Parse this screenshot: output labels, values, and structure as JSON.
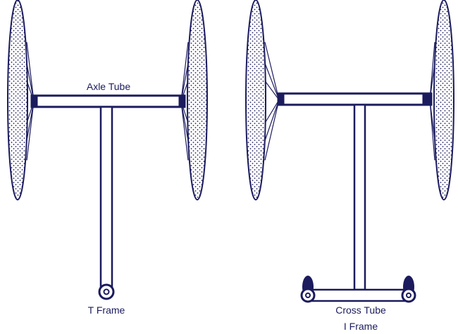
{
  "labels": {
    "axle_tube": "Axle Tube",
    "t_frame": "T Frame",
    "cross_tube": "Cross Tube",
    "i_frame": "I Frame"
  },
  "colors": {
    "ink": "#1b1b5e",
    "background": "#ffffff"
  }
}
